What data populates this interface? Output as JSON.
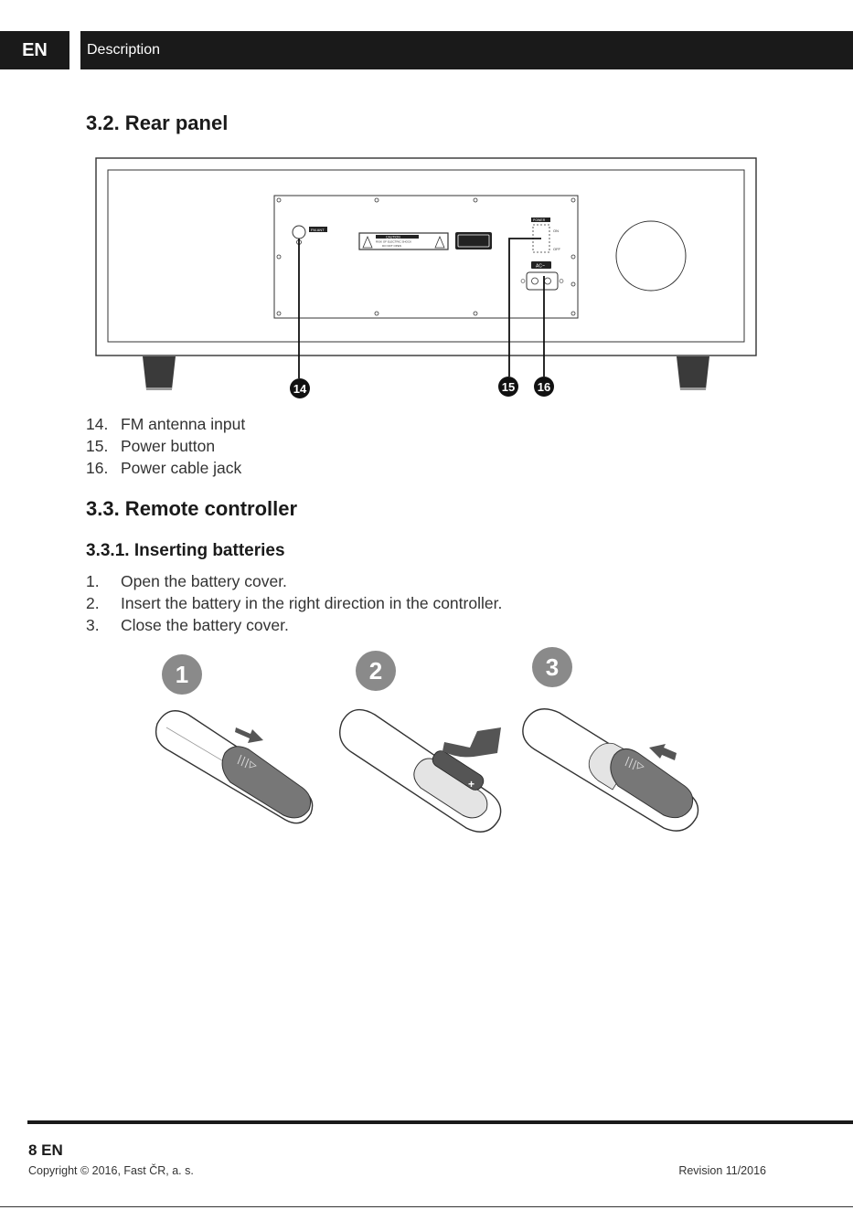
{
  "header": {
    "lang": "EN",
    "section": "Description"
  },
  "rear_panel": {
    "heading": "3.2. Rear panel",
    "callouts": [
      "14",
      "15",
      "16"
    ],
    "labels": {
      "caution_title": "CAUTION",
      "caution_line1": "RISK OF ELECTRIC SHOCK",
      "caution_line2": "DO NOT OPEN",
      "power": "POWER",
      "on": "ON",
      "off": "OFF",
      "ac": "AC~",
      "fm": "FM ANT"
    },
    "items": [
      {
        "num": "14.",
        "text": "FM antenna input"
      },
      {
        "num": "15.",
        "text": "Power button"
      },
      {
        "num": "16.",
        "text": "Power cable jack"
      }
    ]
  },
  "remote": {
    "heading": "3.3. Remote controller",
    "subheading": "3.3.1. Inserting batteries",
    "steps": [
      {
        "num": "1.",
        "text": "Open the battery cover."
      },
      {
        "num": "2.",
        "text": "Insert the battery in the right direction in the controller."
      },
      {
        "num": "3.",
        "text": "Close the battery cover."
      }
    ],
    "step_badges": [
      "1",
      "2",
      "3"
    ]
  },
  "footer": {
    "page": "8 EN",
    "copyright": "Copyright © 2016, Fast ČR, a. s.",
    "revision": "Revision 11/2016"
  },
  "colors": {
    "header_bg": "#1a1a1a",
    "badge_gray": "#8a8a8a",
    "cover_gray": "#777777"
  }
}
